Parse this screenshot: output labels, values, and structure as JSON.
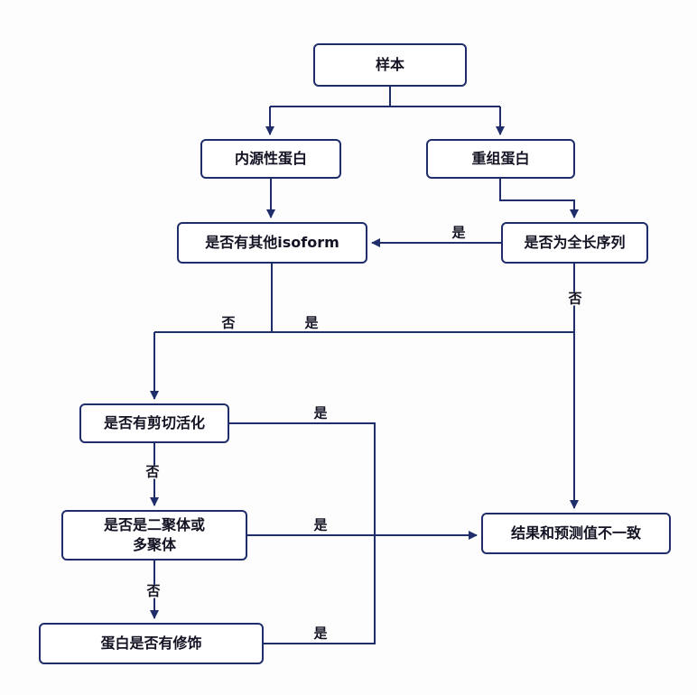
{
  "diagram": {
    "type": "flowchart",
    "colors": {
      "line": "#1f2d6b",
      "box_border": "#1f2d6b",
      "box_fill": "#ffffff",
      "text": "#131324",
      "background": "#fdfdfd"
    },
    "nodes": {
      "sample": {
        "label": "样本"
      },
      "endogenous": {
        "label": "内源性蛋白"
      },
      "recombinant": {
        "label": "重组蛋白"
      },
      "isoform": {
        "label": "是否有其他isoform"
      },
      "full_length": {
        "label": "是否为全长序列"
      },
      "cleavage": {
        "label": "是否有剪切活化"
      },
      "dimer": {
        "label": "是否是二聚体或多聚体"
      },
      "modification": {
        "label": "蛋白是否有修饰"
      },
      "result": {
        "label": "结果和预测值不一致"
      }
    },
    "edges": [
      {
        "from": "sample",
        "to": "endogenous",
        "label": ""
      },
      {
        "from": "sample",
        "to": "recombinant",
        "label": ""
      },
      {
        "from": "endogenous",
        "to": "isoform",
        "label": ""
      },
      {
        "from": "recombinant",
        "to": "full_length",
        "label": ""
      },
      {
        "from": "full_length",
        "to": "isoform",
        "label": "是"
      },
      {
        "from": "full_length",
        "to": "result",
        "label": "否"
      },
      {
        "from": "isoform",
        "to": "cleavage",
        "label": "否"
      },
      {
        "from": "isoform",
        "to": "result",
        "label": "是"
      },
      {
        "from": "cleavage",
        "to": "dimer",
        "label": "否"
      },
      {
        "from": "cleavage",
        "to": "result",
        "label": "是"
      },
      {
        "from": "dimer",
        "to": "modification",
        "label": "否"
      },
      {
        "from": "dimer",
        "to": "result",
        "label": "是"
      },
      {
        "from": "modification",
        "to": "result",
        "label": "是"
      }
    ]
  }
}
